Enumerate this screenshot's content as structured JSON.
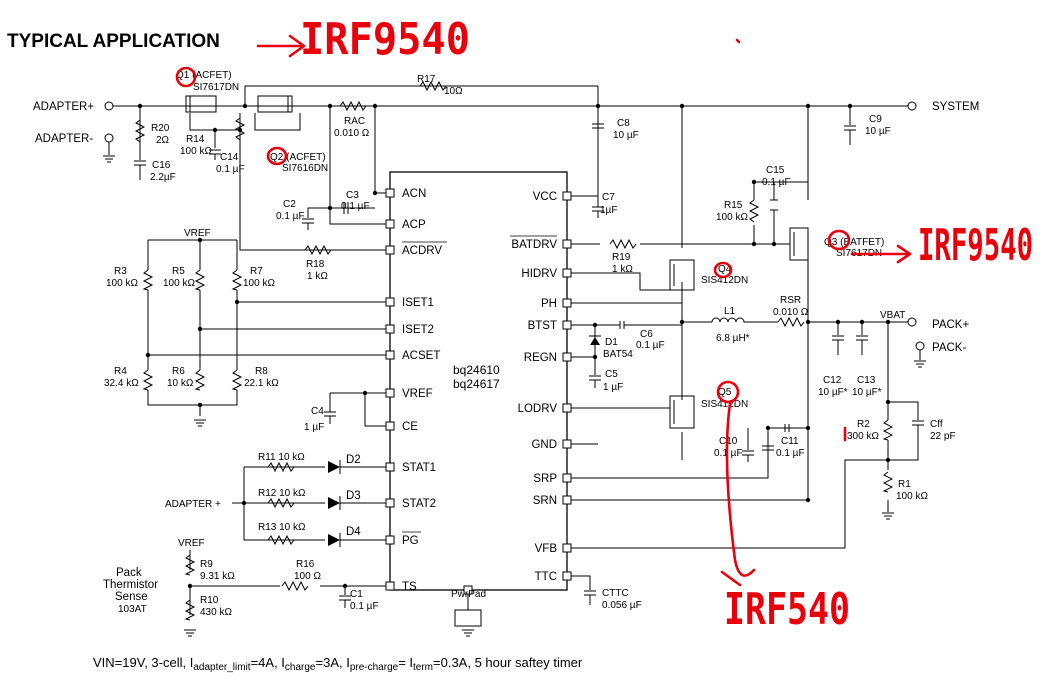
{
  "title": "TYPICAL APPLICATION",
  "chip": {
    "name1": "bq24610",
    "name2": "bq24617",
    "pad": "PwrPad"
  },
  "pins_left": [
    "ACN",
    "ACP",
    "ACDRV",
    "ISET1",
    "ISET2",
    "ACSET",
    "VREF",
    "CE",
    "STAT1",
    "STAT2",
    "PG",
    "TS"
  ],
  "pins_right": [
    "VCC",
    "BATDRV",
    "HIDRV",
    "PH",
    "BTST",
    "REGN",
    "LODRV",
    "GND",
    "SRP",
    "SRN",
    "VFB",
    "TTC"
  ],
  "nets": {
    "adapter_plus": "ADAPTER+",
    "adapter_minus": "ADAPTER-",
    "system": "SYSTEM",
    "pack_plus": "PACK+",
    "pack_minus": "PACK-",
    "vbat": "VBAT",
    "vref_top": "VREF",
    "vref_ts": "VREF",
    "adapter_plus_stat": "ADAPTER +",
    "thermistor1": "Pack",
    "thermistor2": "Thermistor",
    "thermistor3": "Sense",
    "thermistor4": "103AT"
  },
  "components": {
    "q1a": "Q1 (ACFET)",
    "q1b": "SI7617DN",
    "q2a": "Q2 (ACFET)",
    "q2b": "SI7616DN",
    "q3a": "Q3 (BATFET)",
    "q3b": "SI7617DN",
    "q4a": "Q4",
    "q4b": "SIS412DN",
    "q5a": "Q5",
    "q5b": "SIS412DN",
    "r17a": "R17",
    "r17b": "10Ω",
    "r20a": "R20",
    "r20b": "2Ω",
    "c16a": "C16",
    "c16b": "2.2µF",
    "r14a": "R14",
    "r14b": "100 kΩ",
    "c14a": "C14",
    "c14b": "0.1 µF",
    "raca": "RAC",
    "racb": "0.010 Ω",
    "c8a": "C8",
    "c8b": "10 µF",
    "c9a": "C9",
    "c9b": "10 µF",
    "c2a": "C2",
    "c2b": "0.1 µF",
    "c3a": "C3",
    "c3b": "0.1 µF",
    "c7a": "C7",
    "c7b": "1µF",
    "c15a": "C15",
    "c15b": "0.1 µF",
    "r15a": "R15",
    "r15b": "100 kΩ",
    "r18a": "R18",
    "r18b": "1 kΩ",
    "r19a": "R19",
    "r19b": "1 kΩ",
    "r3a": "R3",
    "r3b": "100 kΩ",
    "r5a": "R5",
    "r5b": "100 kΩ",
    "r7a": "R7",
    "r7b": "100 kΩ",
    "r4a": "R4",
    "r4b": "32.4 kΩ",
    "r6a": "R6",
    "r6b": "10 kΩ",
    "r8a": "R8",
    "r8b": "22.1 kΩ",
    "c4a": "C4",
    "c4b": "1 µF",
    "l1a": "L1",
    "l1b": "6.8 µH*",
    "rsra": "RSR",
    "rsrb": "0.010 Ω",
    "c6a": "C6",
    "c6b": "0.1 µF",
    "d1a": "D1",
    "d1b": "BAT54",
    "c5a": "C5",
    "c5b": "1 µF",
    "c12a": "C12",
    "c12b": "10 µF*",
    "c13a": "C13",
    "c13b": "10 µF*",
    "r2a": "R2",
    "r2b": "300 kΩ",
    "cffa": "Cff",
    "cffb": "22 pF",
    "r1a": "R1",
    "r1b": "100 kΩ",
    "c10a": "C10",
    "c10b": "0.1 µF",
    "c11a": "C11",
    "c11b": "0.1 µF",
    "r11": "R11  10 kΩ",
    "r12": "R12  10 kΩ",
    "r13": "R13  10 kΩ",
    "d2": "D2",
    "d3": "D3",
    "d4": "D4",
    "r9a": "R9",
    "r9b": "9.31 kΩ",
    "r10a": "R10",
    "r10b": "430 kΩ",
    "r16a": "R16",
    "r16b": "100 Ω",
    "c1a": "C1",
    "c1b": "0.1 µF",
    "cttca": "CTTC",
    "cttcb": "0.056 µF"
  },
  "annotations": {
    "top": "IRF9540",
    "right": "IRF9540",
    "bottom": "IRF540"
  },
  "footnote": {
    "p1": "VIN=19V, 3-cell, I",
    "s1": "adapter_limit",
    "p2": "=4A, I",
    "s2": "charge",
    "p3": "=3A, I",
    "s3": "pre-charge",
    "p4": "= I",
    "s4": "term",
    "p5": "=0.3A, 5 hour saftey timer"
  }
}
